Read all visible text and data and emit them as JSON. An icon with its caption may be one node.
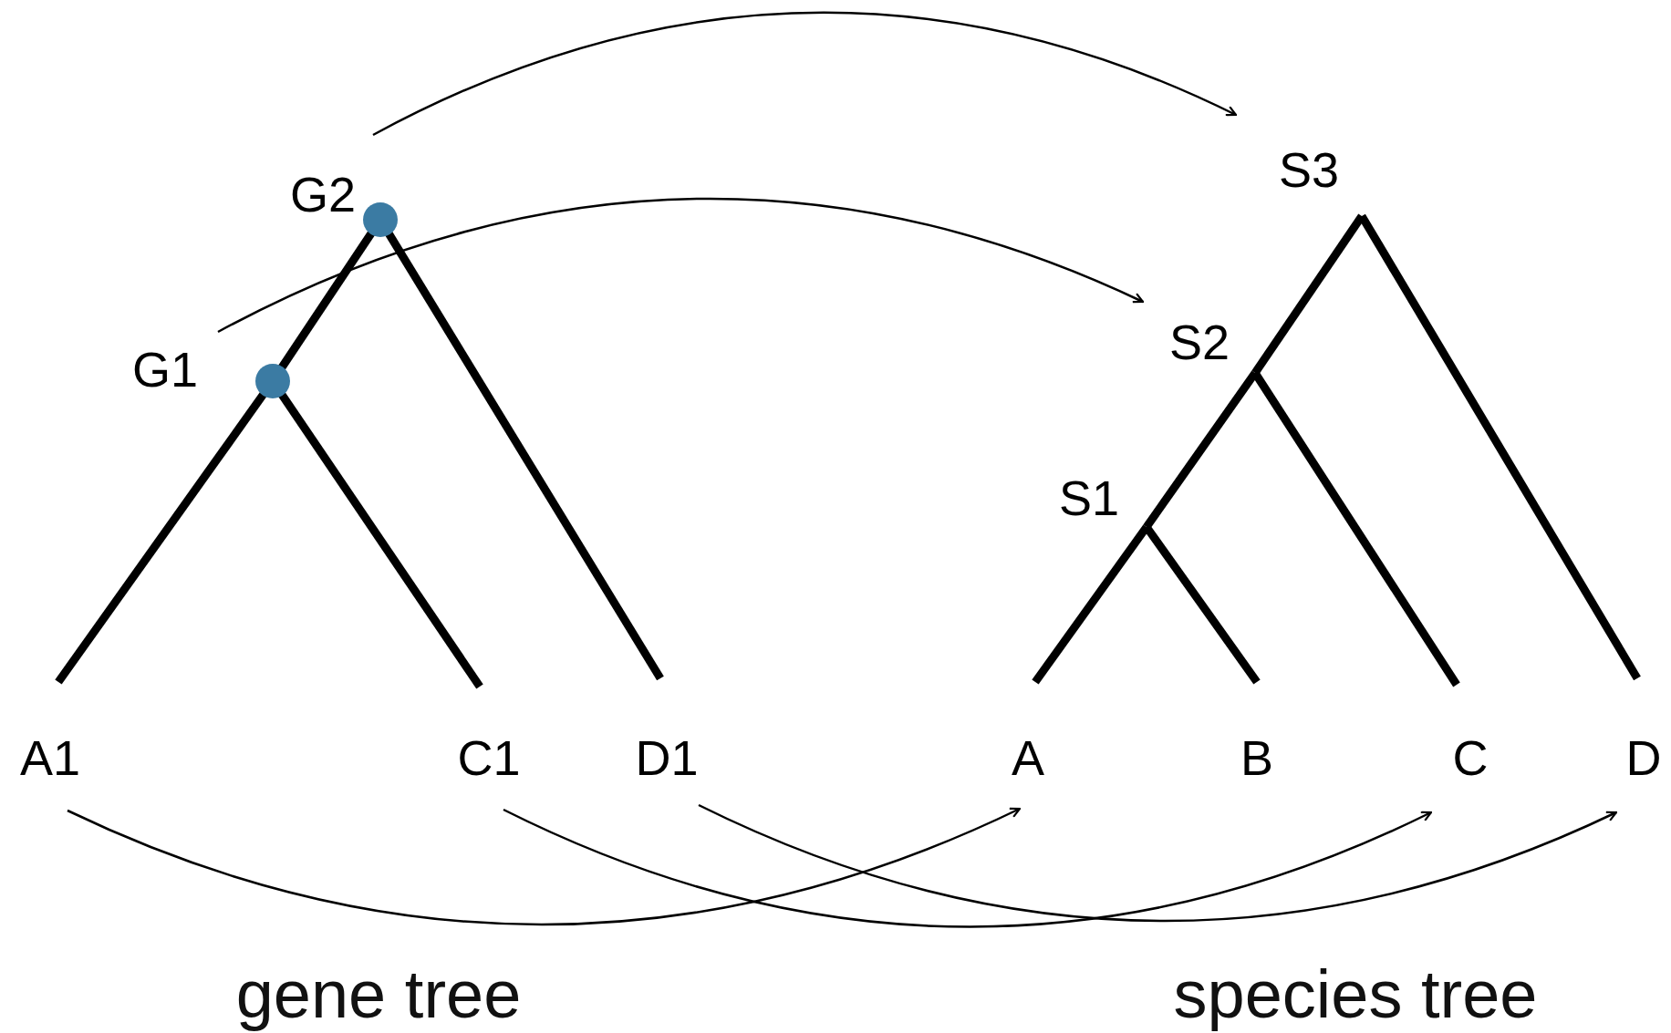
{
  "diagram": {
    "nodes": [
      {
        "text": [
          "G2"
        ]
      },
      {
        "text": [
          "G1"
        ]
      },
      {
        "text": [
          "S3"
        ]
      },
      {
        "text": [
          "S2"
        ]
      },
      {
        "text": [
          "S1"
        ]
      },
      {
        "text": [
          "A1"
        ]
      },
      {
        "text": [
          "C1"
        ]
      },
      {
        "text": [
          "D1"
        ]
      },
      {
        "text": [
          "A"
        ]
      },
      {
        "text": [
          "B"
        ]
      },
      {
        "text": [
          "C"
        ]
      },
      {
        "text": [
          "D"
        ]
      }
    ],
    "edges": [
      {
        "from": 0,
        "to": 2,
        "arrow": "to"
      },
      {
        "from": 1,
        "to": 3,
        "arrow": "to"
      },
      {
        "from": 5,
        "to": 8,
        "arrow": "to"
      },
      {
        "from": 6,
        "to": 10,
        "arrow": "to"
      },
      {
        "from": 7,
        "to": 11,
        "arrow": "to"
      },
      {
        "from": 0,
        "to": 1,
        "arrow": "none"
      },
      {
        "from": 1,
        "to": 5,
        "arrow": "none"
      },
      {
        "from": 1,
        "to": 6,
        "arrow": "none"
      },
      {
        "from": 0,
        "to": 7,
        "arrow": "none"
      },
      {
        "from": 2,
        "to": 3,
        "arrow": "none"
      },
      {
        "from": 2,
        "to": 11,
        "arrow": "none"
      },
      {
        "from": 3,
        "to": 4,
        "arrow": "none"
      },
      {
        "from": 3,
        "to": 10,
        "arrow": "none"
      },
      {
        "from": 4,
        "to": 8,
        "arrow": "none"
      },
      {
        "from": 4,
        "to": 9,
        "arrow": "none"
      }
    ],
    "labels": [
      "gene tree",
      "species tree"
    ]
  }
}
